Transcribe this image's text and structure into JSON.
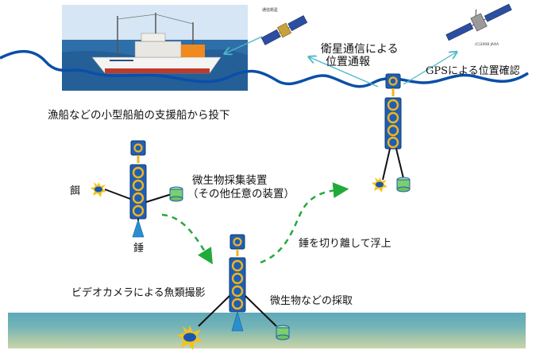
{
  "labels": {
    "drop_from_ship": "漁船などの小型船舶の支援船から投下",
    "satellite_report_line1": "衛星通信による",
    "satellite_report_line2": "位置通報",
    "gps_position": "GPSによる位置確認",
    "bait": "餌",
    "microbe_sampler_line1": "微生物採集装置",
    "microbe_sampler_line2": "（その他任意の装置）",
    "weight": "錘",
    "release_and_float": "錘を切り離して浮上",
    "video_camera": "ビデオカメラによる魚類撮影",
    "microbe_sampling": "微生物などの採取"
  },
  "ship_name": "",
  "satellite_left_label": "通信衛星",
  "satellite_right_label": "(C)2008 JAXA",
  "colors": {
    "water_line": "#0a4fa8",
    "float_body": "#1f5fb3",
    "float_ring": "#f2b41c",
    "connector": "#f2b41c",
    "arrow_teal": "#4bb8c8",
    "arrow_green": "#22aa3a",
    "bait": "#f4c21b",
    "sampler": "#7bcf6e"
  }
}
